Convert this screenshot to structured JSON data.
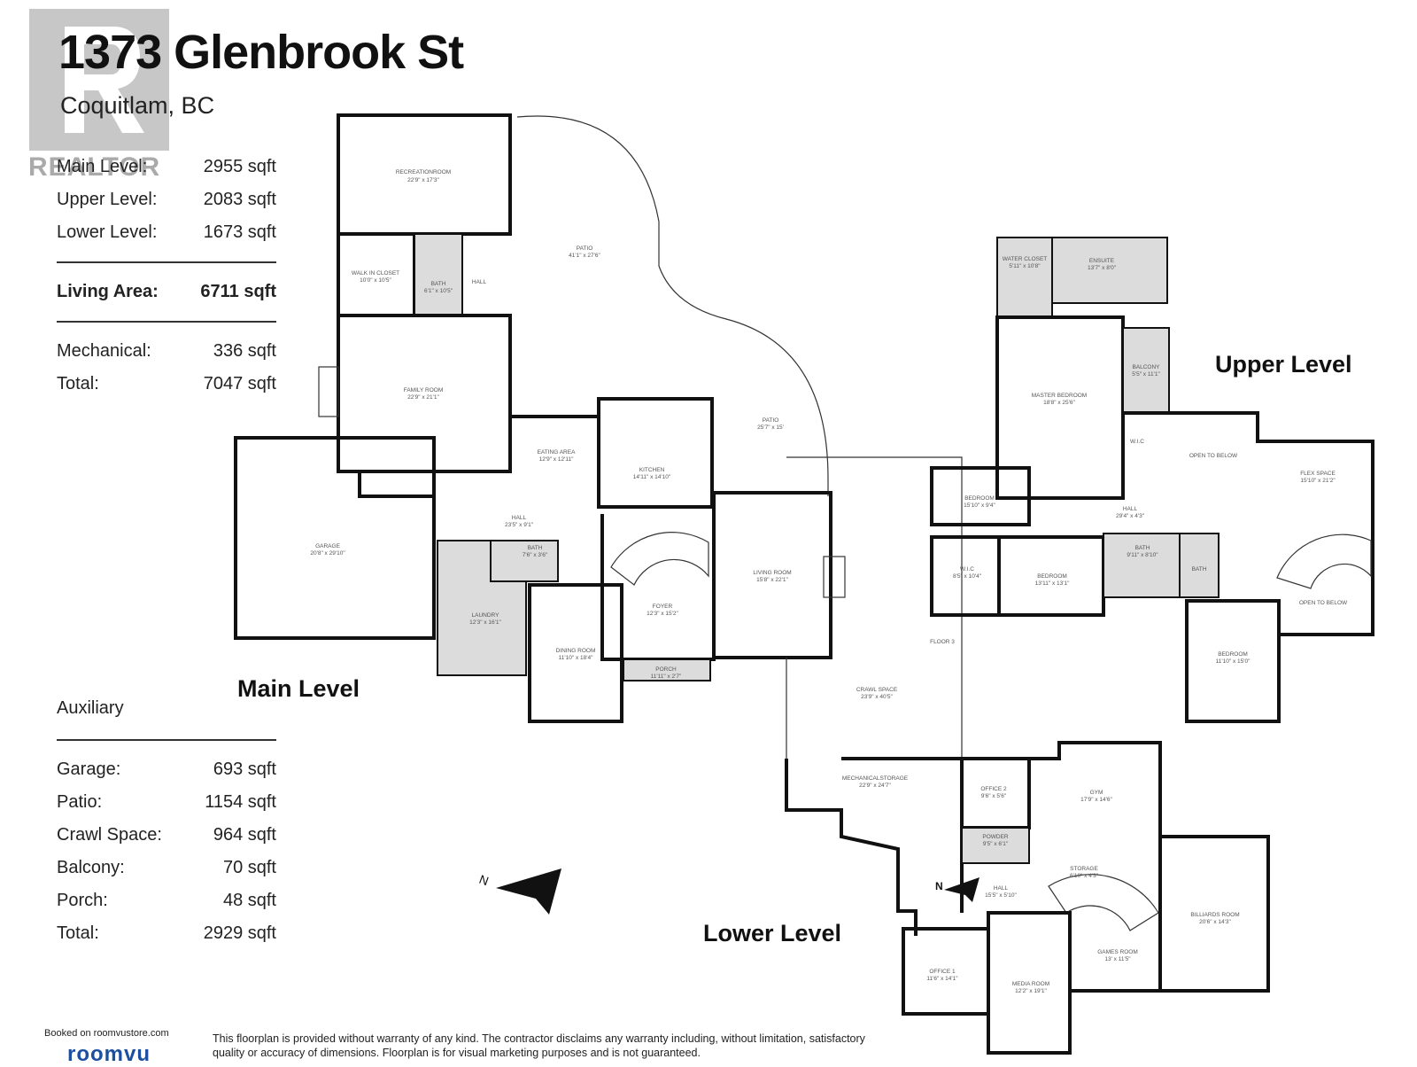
{
  "header": {
    "title": "1373 Glenbrook St",
    "subtitle": "Coquitlam, BC"
  },
  "branding": {
    "realtor": "REALTOR",
    "booked": "Booked on roomvustore.com",
    "roomvu": "roomvu",
    "disclaimer": "This floorplan is provided without warranty of any kind. The contractor disclaims any warranty including, without limitation, satisfactory quality or accuracy of dimensions. Floorplan is for visual marketing purposes and is not guaranteed."
  },
  "areas": [
    {
      "label": "Main Level:",
      "value": "2955 sqft"
    },
    {
      "label": "Upper Level:",
      "value": "2083 sqft"
    },
    {
      "label": "Lower Level:",
      "value": "1673 sqft"
    }
  ],
  "living_area": {
    "label": "Living Area:",
    "value": "6711 sqft"
  },
  "mech": [
    {
      "label": "Mechanical:",
      "value": "336 sqft"
    },
    {
      "label": "Total:",
      "value": "7047 sqft"
    }
  ],
  "auxiliary_label": "Auxiliary",
  "aux": [
    {
      "label": "Garage:",
      "value": "693 sqft"
    },
    {
      "label": "Patio:",
      "value": "1154 sqft"
    },
    {
      "label": "Crawl Space:",
      "value": "964 sqft"
    },
    {
      "label": "Balcony:",
      "value": "70 sqft"
    },
    {
      "label": "Porch:",
      "value": "48 sqft"
    },
    {
      "label": "Total:",
      "value": "2929 sqft"
    }
  ],
  "levels": {
    "main": "Main Level",
    "upper": "Upper Level",
    "lower": "Lower Level"
  },
  "compass": "N",
  "rooms": {
    "recreation": "RECREATIONROOM",
    "recreation_dim": "22'9\" x 17'3\"",
    "walkin": "WALK IN CLOSET",
    "walkin_dim": "10'0\" x 10'5\"",
    "bath_main": "BATH",
    "bath_main_dim": "6'1\" x 10'5\"",
    "hall_v": "HALL",
    "patio1": "PATIO",
    "patio1_dim": "41'1\" x 27'6\"",
    "family": "FAMILY ROOM",
    "family_dim": "22'9\" x 21'1\"",
    "eating": "EATING AREA",
    "eating_dim": "12'9\" x 12'11\"",
    "kitchen": "KITCHEN",
    "kitchen_dim": "14'11\" x 14'10\"",
    "patio2": "PATIO",
    "patio2_dim": "25'7\" x 15'",
    "garage": "GARAGE",
    "garage_dim": "20'8\" x 29'10\"",
    "hall_main": "HALL",
    "hall_main_dim": "23'5\" x 9'1\"",
    "bath2": "BATH",
    "bath2_dim": "7'6\" x 3'6\"",
    "living": "LIVING ROOM",
    "living_dim": "15'8\" x 22'1\"",
    "laundry": "LAUNDRY",
    "laundry_dim": "12'3\" x 16'1\"",
    "foyer": "FOYER",
    "foyer_dim": "12'3\" x 15'2\"",
    "dining": "DINING ROOM",
    "dining_dim": "11'10\" x 18'4\"",
    "porch": "PORCH",
    "porch_dim": "11'11\" x 2'7\"",
    "crawl": "CRAWL SPACE",
    "crawl_dim": "23'9\" x 40'5\"",
    "floor3": "FLOOR 3",
    "water": "WATER CLOSET",
    "water_dim": "5'11\" x 10'8\"",
    "ensuite": "ENSUITE",
    "ensuite_dim": "13'7\" x 8'0\"",
    "balcony": "BALCONY",
    "balcony_dim": "5'5\" x 11'1\"",
    "master": "MASTER BEDROOM",
    "master_dim": "18'8\" x 25'6\"",
    "wic_up": "W.I.C",
    "open1": "OPEN TO BELOW",
    "flex": "FLEX SPACE",
    "flex_dim": "15'10\" x 21'2\"",
    "bed1": "BEDROOM",
    "bed1_dim": "15'10\" x 9'4\"",
    "hall_up": "HALL",
    "hall_up_dim": "29'4\" x 4'3\"",
    "wic2": "W.I.C",
    "wic2_dim": "8'5\" x 10'4\"",
    "bed2": "BEDROOM",
    "bed2_dim": "13'11\" x 13'1\"",
    "bath_up": "BATH",
    "bath_up_dim": "9'11\" x 8'10\"",
    "bath_up2": "BATH",
    "open2": "OPEN TO BELOW",
    "bed3": "BEDROOM",
    "bed3_dim": "11'10\" x 15'0\"",
    "mech": "MECHANICALSTORAGE",
    "mech_dim": "22'9\" x 24'7\"",
    "office2": "OFFICE 2",
    "office2_dim": "9'6\" x 5'6\"",
    "gym": "GYM",
    "gym_dim": "17'9\" x 14'6\"",
    "powder": "POWDER",
    "powder_dim": "9'5\" x 6'1\"",
    "storage": "STORAGE",
    "storage_dim": "6'10\" x 4'3\"",
    "hall_low": "HALL",
    "hall_low_dim": "15'5\" x 5'10\"",
    "billiards": "BILLIARDS ROOM",
    "billiards_dim": "20'6\" x 14'3\"",
    "games": "GAMES ROOM",
    "games_dim": "13' x 11'5\"",
    "office1": "OFFICE 1",
    "office1_dim": "11'6\" x 14'1\"",
    "media": "MEDIA ROOM",
    "media_dim": "12'2\" x 19'1\""
  }
}
